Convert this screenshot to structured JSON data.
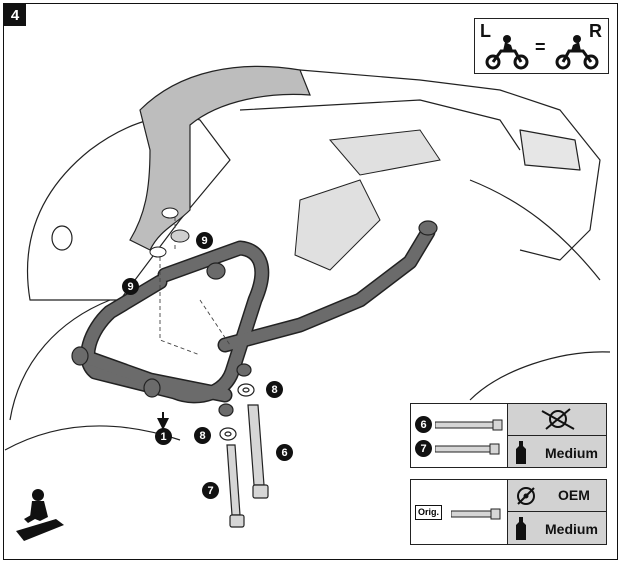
{
  "step_number": "4",
  "lr_badge": {
    "left_letter": "L",
    "right_letter": "R",
    "equals": "="
  },
  "callouts": {
    "part1": "1",
    "part6_top_box": "6",
    "part7_top_box": "7",
    "part6_diagram": "6",
    "part7_diagram": "7",
    "part8_upper": "8",
    "part8_lower": "8",
    "part9_upper": "9",
    "part9_left": "9"
  },
  "spec_box_new": {
    "threadlocker_label": "Medium"
  },
  "spec_box_orig": {
    "tag": "Orig.",
    "torque_label": "OEM",
    "threadlocker_label": "Medium"
  },
  "colors": {
    "ink": "#111111",
    "frame_gray": "#6b6b6b",
    "bike_gray": "#bdbdbd",
    "panel_gray": "#d2d2d2"
  }
}
